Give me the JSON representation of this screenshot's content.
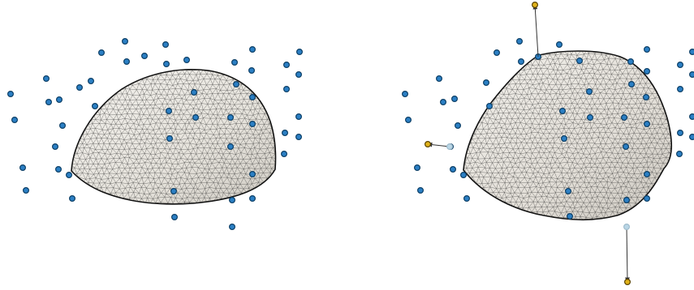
{
  "colors": {
    "background": "#ffffff",
    "mesh_fill": "#e9e6e0",
    "mesh_edge": "#2a2a2a",
    "control_point": "#2b7fc4",
    "control_point_edge": "#0d3f66",
    "moved_point": "#e0b21a",
    "moved_point_edge": "#5a4300",
    "original_point_ghost": "#b9d6e6",
    "arrow": "#333333"
  },
  "panels": [
    {
      "name": "undeformed-dome",
      "shape": "hemisphere",
      "surface": "triangle-mesh"
    },
    {
      "name": "deformed-dome",
      "shape": "deformed-hemisphere",
      "surface": "triangle-mesh"
    }
  ],
  "legend": []
}
